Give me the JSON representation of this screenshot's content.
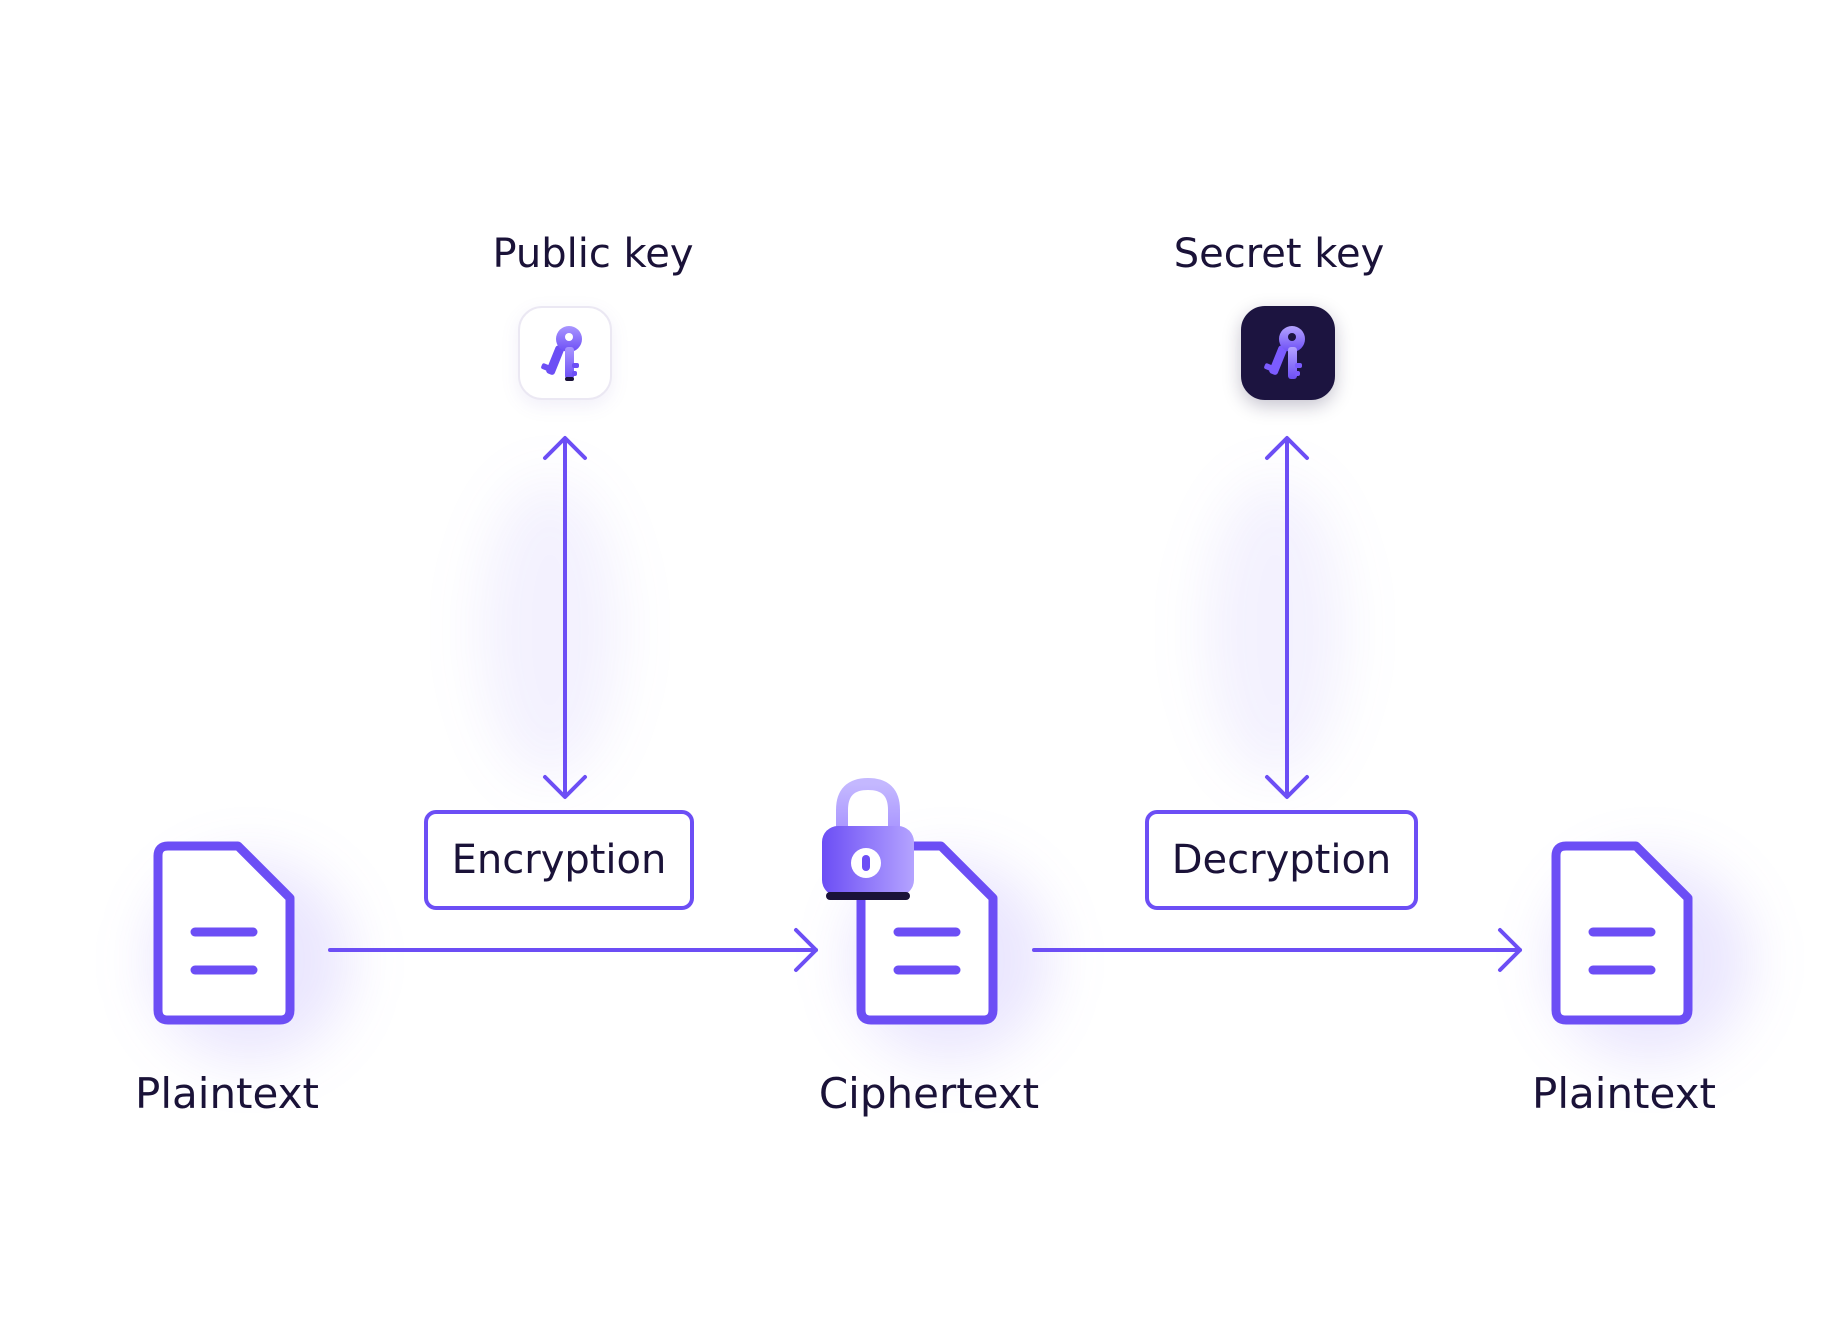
{
  "labels": {
    "public_key": "Public key",
    "secret_key": "Secret key",
    "encryption": "Encryption",
    "decryption": "Decryption",
    "plaintext_in": "Plaintext",
    "ciphertext": "Ciphertext",
    "plaintext_out": "Plaintext"
  },
  "icons": {
    "public_key_tile": "key-icon",
    "secret_key_tile": "key-icon",
    "document": "document-icon",
    "lock": "lock-icon"
  },
  "colors": {
    "accent": "#6c4ef5",
    "accent_light": "#a996ff",
    "text": "#1a1238",
    "dark_tile": "#1c1440"
  }
}
